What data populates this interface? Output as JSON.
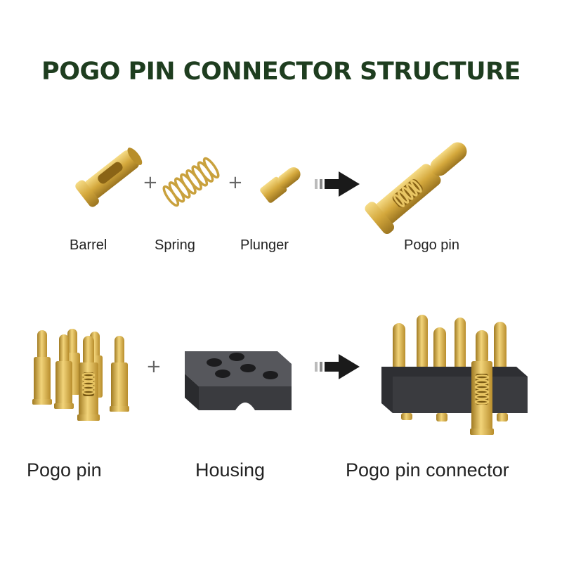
{
  "title": "POGO PIN CONNECTOR STRUCTURE",
  "row1": {
    "labels": [
      "Barrel",
      "Spring",
      "Plunger",
      "Pogo pin"
    ],
    "operators": [
      "+",
      "+"
    ]
  },
  "row2": {
    "labels": [
      "Pogo pin",
      "Housing",
      "Pogo pin connector"
    ],
    "operators": [
      "+"
    ]
  },
  "colors": {
    "title": "#1e3d1f",
    "gold": "#d8b24a",
    "housing": "#3a3b3f",
    "arrow": "#1a1a1a"
  }
}
